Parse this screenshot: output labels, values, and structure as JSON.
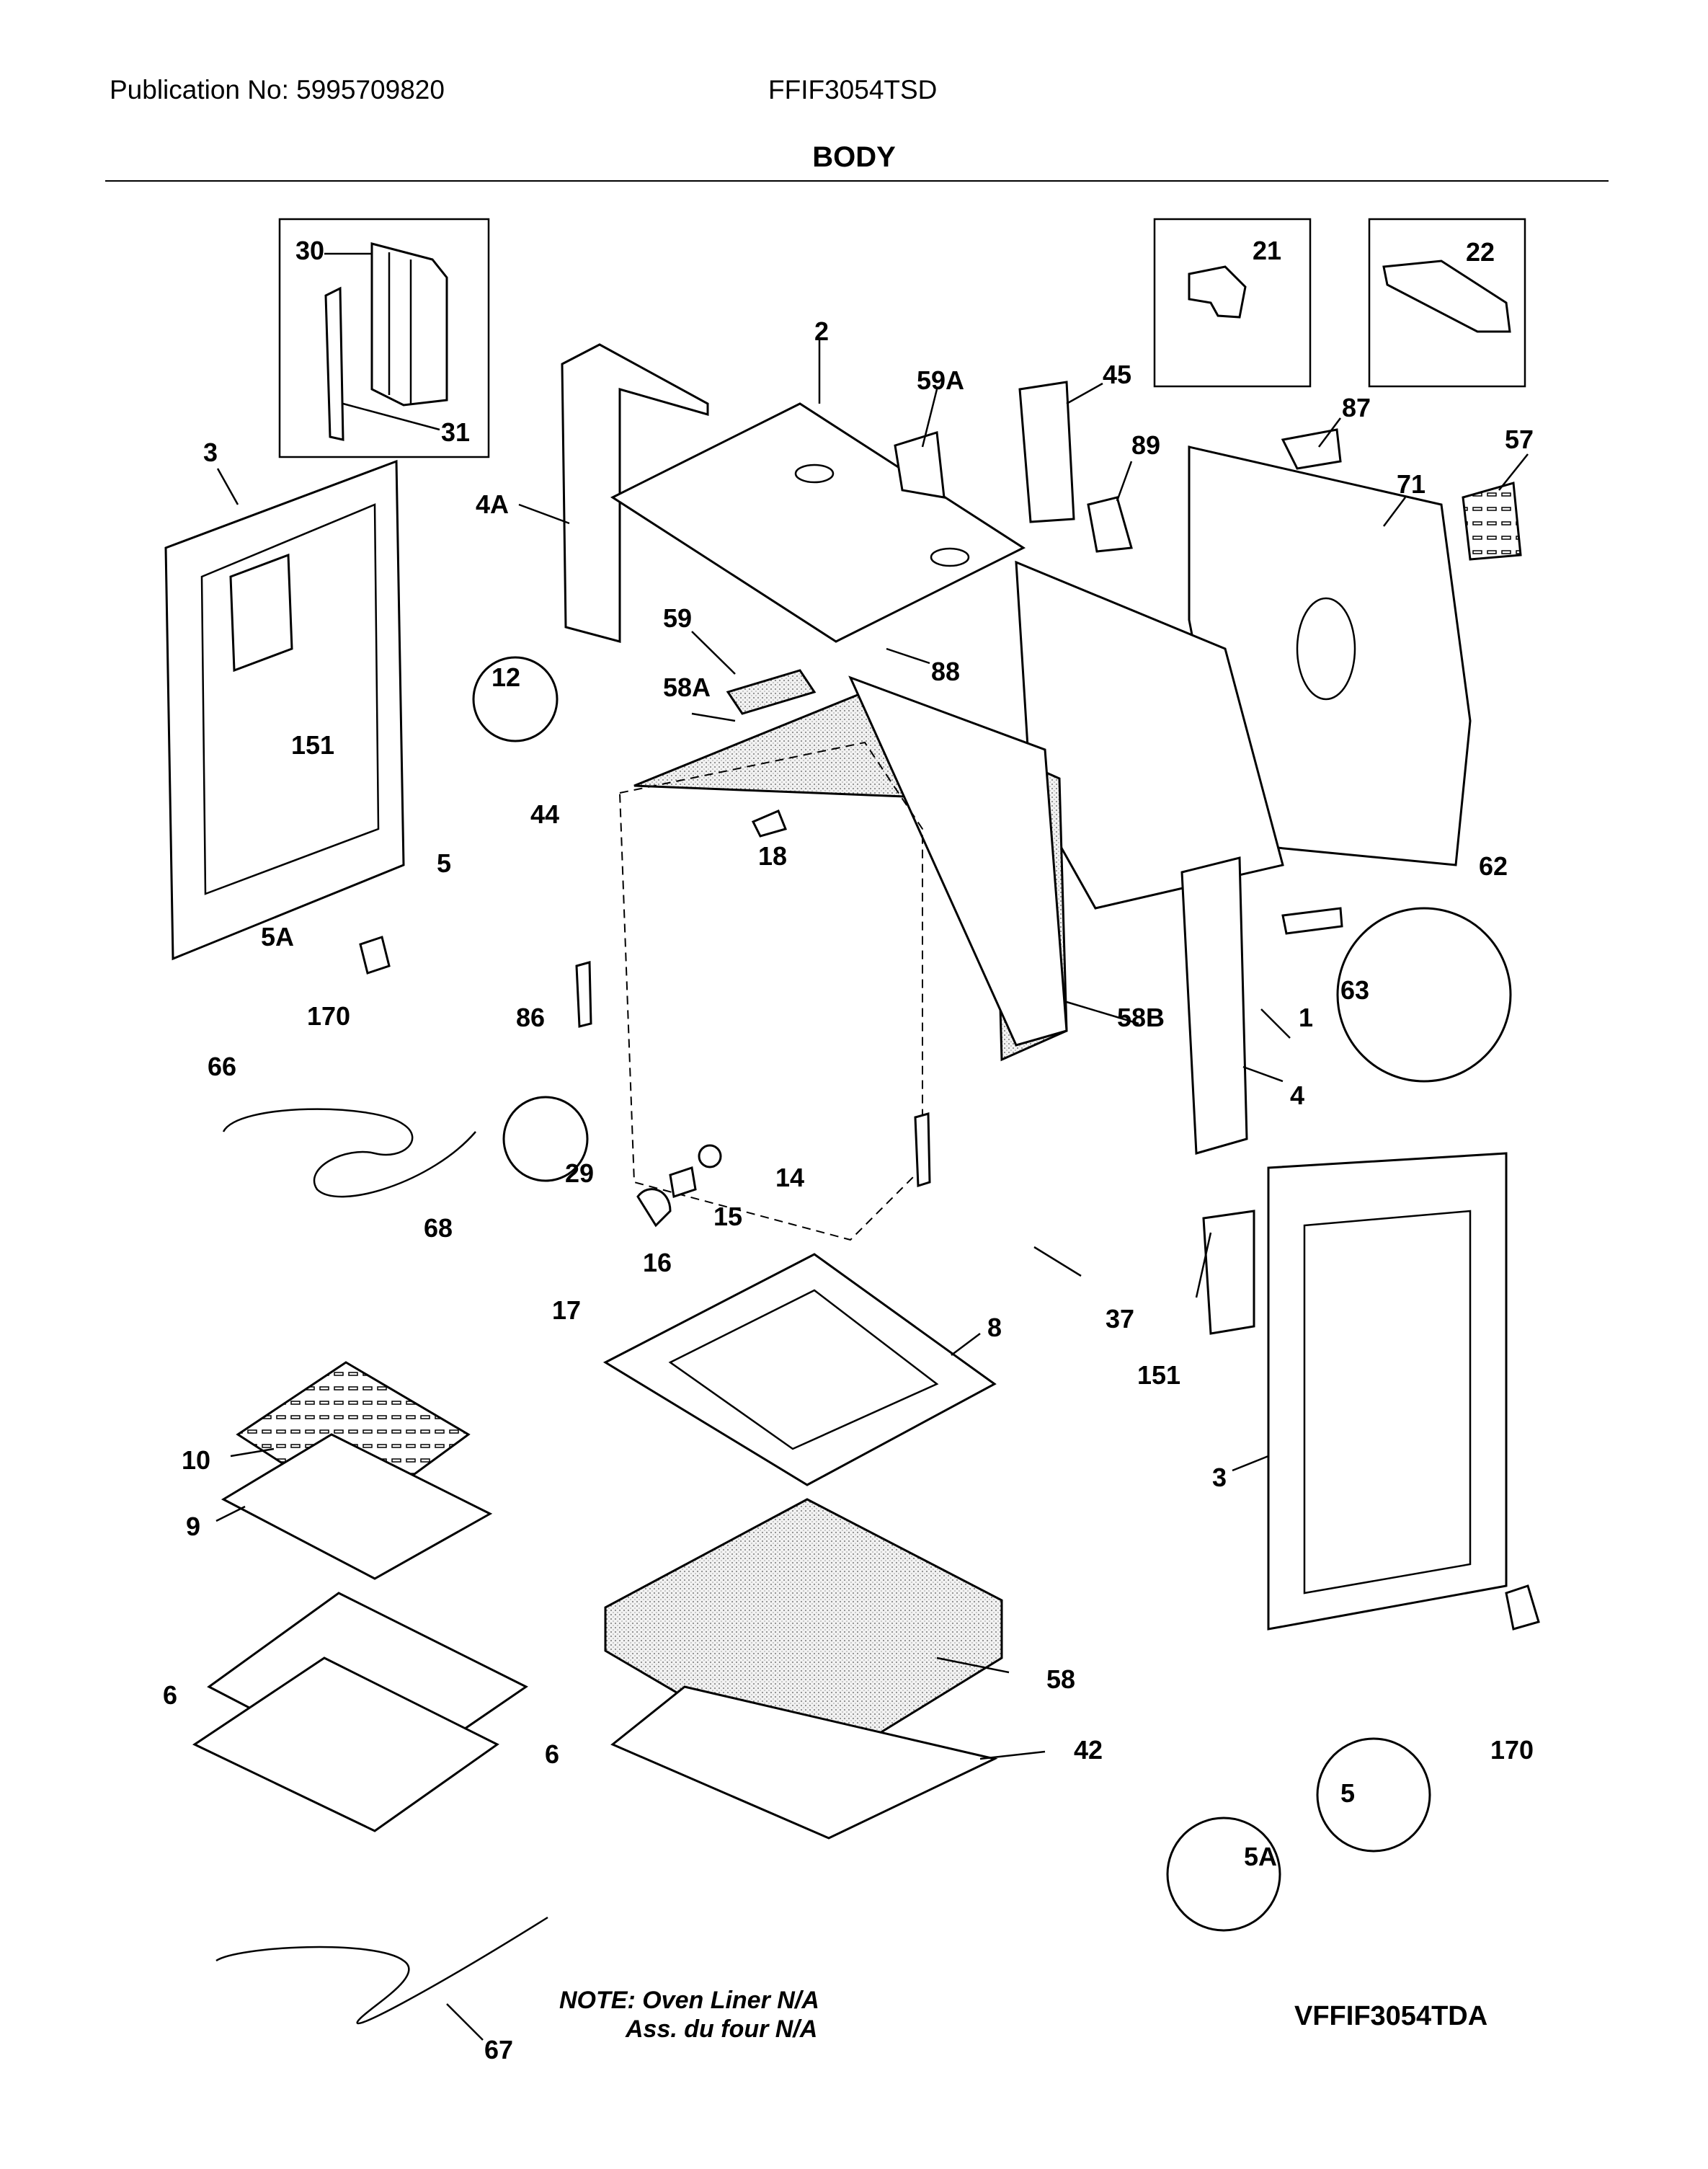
{
  "header": {
    "publication": "Publication No: 5995709820",
    "model": "FFIF3054TSD",
    "section_title": "BODY"
  },
  "callouts": [
    "30",
    "31",
    "21",
    "22",
    "2",
    "59A",
    "45",
    "89",
    "87",
    "57",
    "71",
    "3",
    "4A",
    "59",
    "88",
    "58A",
    "12",
    "44",
    "18",
    "5",
    "5A",
    "170",
    "151",
    "86",
    "62",
    "1",
    "63",
    "58B",
    "4",
    "66",
    "29",
    "14",
    "15",
    "16",
    "17",
    "68",
    "37",
    "8",
    "151",
    "10",
    "9",
    "3",
    "6",
    "58",
    "6",
    "42",
    "5",
    "170",
    "5A",
    "67"
  ],
  "note": {
    "line1": "NOTE: Oven Liner N/A",
    "line2": "Ass. du four N/A"
  },
  "drawing_code": "VFFIF3054TDA"
}
